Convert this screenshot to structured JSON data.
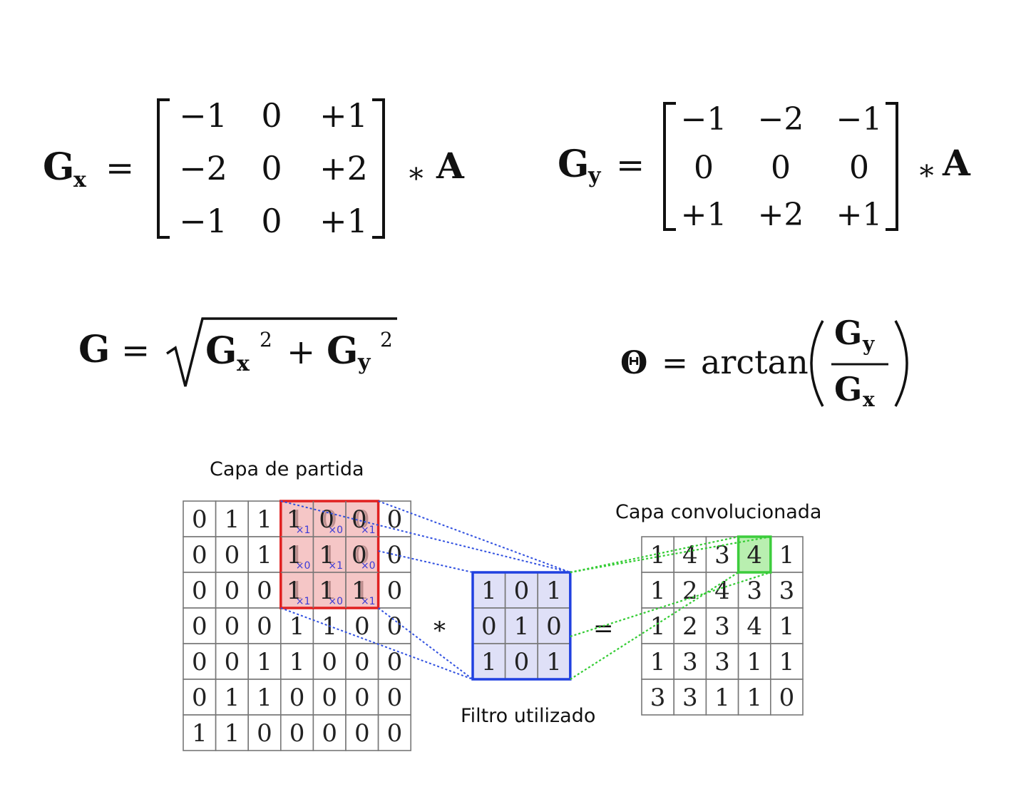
{
  "formulas": {
    "gx": {
      "lhs": "G",
      "sub": "x",
      "eq": "=",
      "matrix": [
        [
          "−1",
          "0",
          "+1"
        ],
        [
          "−2",
          "0",
          "+2"
        ],
        [
          "−1",
          "0",
          "+1"
        ]
      ],
      "op": "∗",
      "rhs": "A"
    },
    "gy": {
      "lhs": "G",
      "sub": "y",
      "eq": "=",
      "matrix": [
        [
          "−1",
          "−2",
          "−1"
        ],
        [
          "0",
          "0",
          "0"
        ],
        [
          "+1",
          "+2",
          "+1"
        ]
      ],
      "op": "∗",
      "rhs": "A"
    },
    "magnitude": {
      "lhs": "G",
      "eq": "=",
      "t1": "G",
      "t1sub": "x",
      "t1pow": "2",
      "plus": "+",
      "t2": "G",
      "t2sub": "y",
      "t2pow": "2"
    },
    "angle": {
      "lhs": "Θ",
      "eq": "=",
      "func": "arctan",
      "num": "G",
      "numsub": "y",
      "den": "G",
      "densub": "x"
    }
  },
  "convolution": {
    "input_label": "Capa de partida",
    "output_label": "Capa convolucionada",
    "filter_label": "Filtro utilizado",
    "conv_op": "*",
    "equals_op": "=",
    "input_grid": [
      [
        "0",
        "1",
        "1",
        "1",
        "0",
        "0",
        "0"
      ],
      [
        "0",
        "0",
        "1",
        "1",
        "1",
        "0",
        "0"
      ],
      [
        "0",
        "0",
        "0",
        "1",
        "1",
        "1",
        "0"
      ],
      [
        "0",
        "0",
        "0",
        "1",
        "1",
        "0",
        "0"
      ],
      [
        "0",
        "0",
        "1",
        "1",
        "0",
        "0",
        "0"
      ],
      [
        "0",
        "1",
        "1",
        "0",
        "0",
        "0",
        "0"
      ],
      [
        "1",
        "1",
        "0",
        "0",
        "0",
        "0",
        "0"
      ]
    ],
    "filter_grid": [
      [
        "1",
        "0",
        "1"
      ],
      [
        "0",
        "1",
        "0"
      ],
      [
        "1",
        "0",
        "1"
      ]
    ],
    "multipliers": [
      [
        "×1",
        "×0",
        "×1"
      ],
      [
        "×0",
        "×1",
        "×0"
      ],
      [
        "×1",
        "×0",
        "×1"
      ]
    ],
    "output_grid": [
      [
        "1",
        "4",
        "3",
        "4",
        "1"
      ],
      [
        "1",
        "2",
        "4",
        "3",
        "3"
      ],
      [
        "1",
        "2",
        "3",
        "4",
        "1"
      ],
      [
        "1",
        "3",
        "3",
        "1",
        "1"
      ],
      [
        "3",
        "3",
        "1",
        "1",
        "0"
      ]
    ],
    "window": {
      "row": 0,
      "col": 3
    },
    "highlight": {
      "row": 0,
      "col": 3
    },
    "colors": {
      "input_highlight": "#f2b3b3",
      "input_border": "#e02020",
      "filter_fill": "#dfe0f7",
      "filter_border": "#2040e0",
      "output_highlight": "#b9efb0",
      "output_border": "#3ccc3c",
      "blue_lines": "#3050e0",
      "green_lines": "#33cc33"
    }
  }
}
